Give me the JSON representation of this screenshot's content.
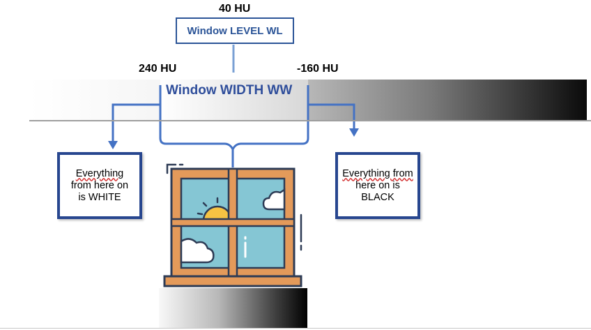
{
  "window_level": {
    "value_label": "40 HU",
    "box_label": "Window LEVEL WL"
  },
  "window_width": {
    "title": "Window WIDTH WW",
    "left_value": "240 HU",
    "right_value": "-160 HU"
  },
  "left_box": {
    "lines": [
      "Everything",
      "from here on",
      "is WHITE"
    ]
  },
  "right_box": {
    "lines": [
      "Everything from",
      "here on  is",
      "BLACK"
    ]
  },
  "colors": {
    "accent_blue": "#2b5497",
    "box_border_blue": "#27468f",
    "arrow_blue": "#4472c4",
    "window_frame": "#e49a5a",
    "window_outline": "#2d3b55",
    "glass": "#85c6d4",
    "sun": "#f7c343"
  },
  "icons": {
    "window_illustration": "window-icon",
    "sun": "sun-icon",
    "cloud": "cloud-icon"
  }
}
